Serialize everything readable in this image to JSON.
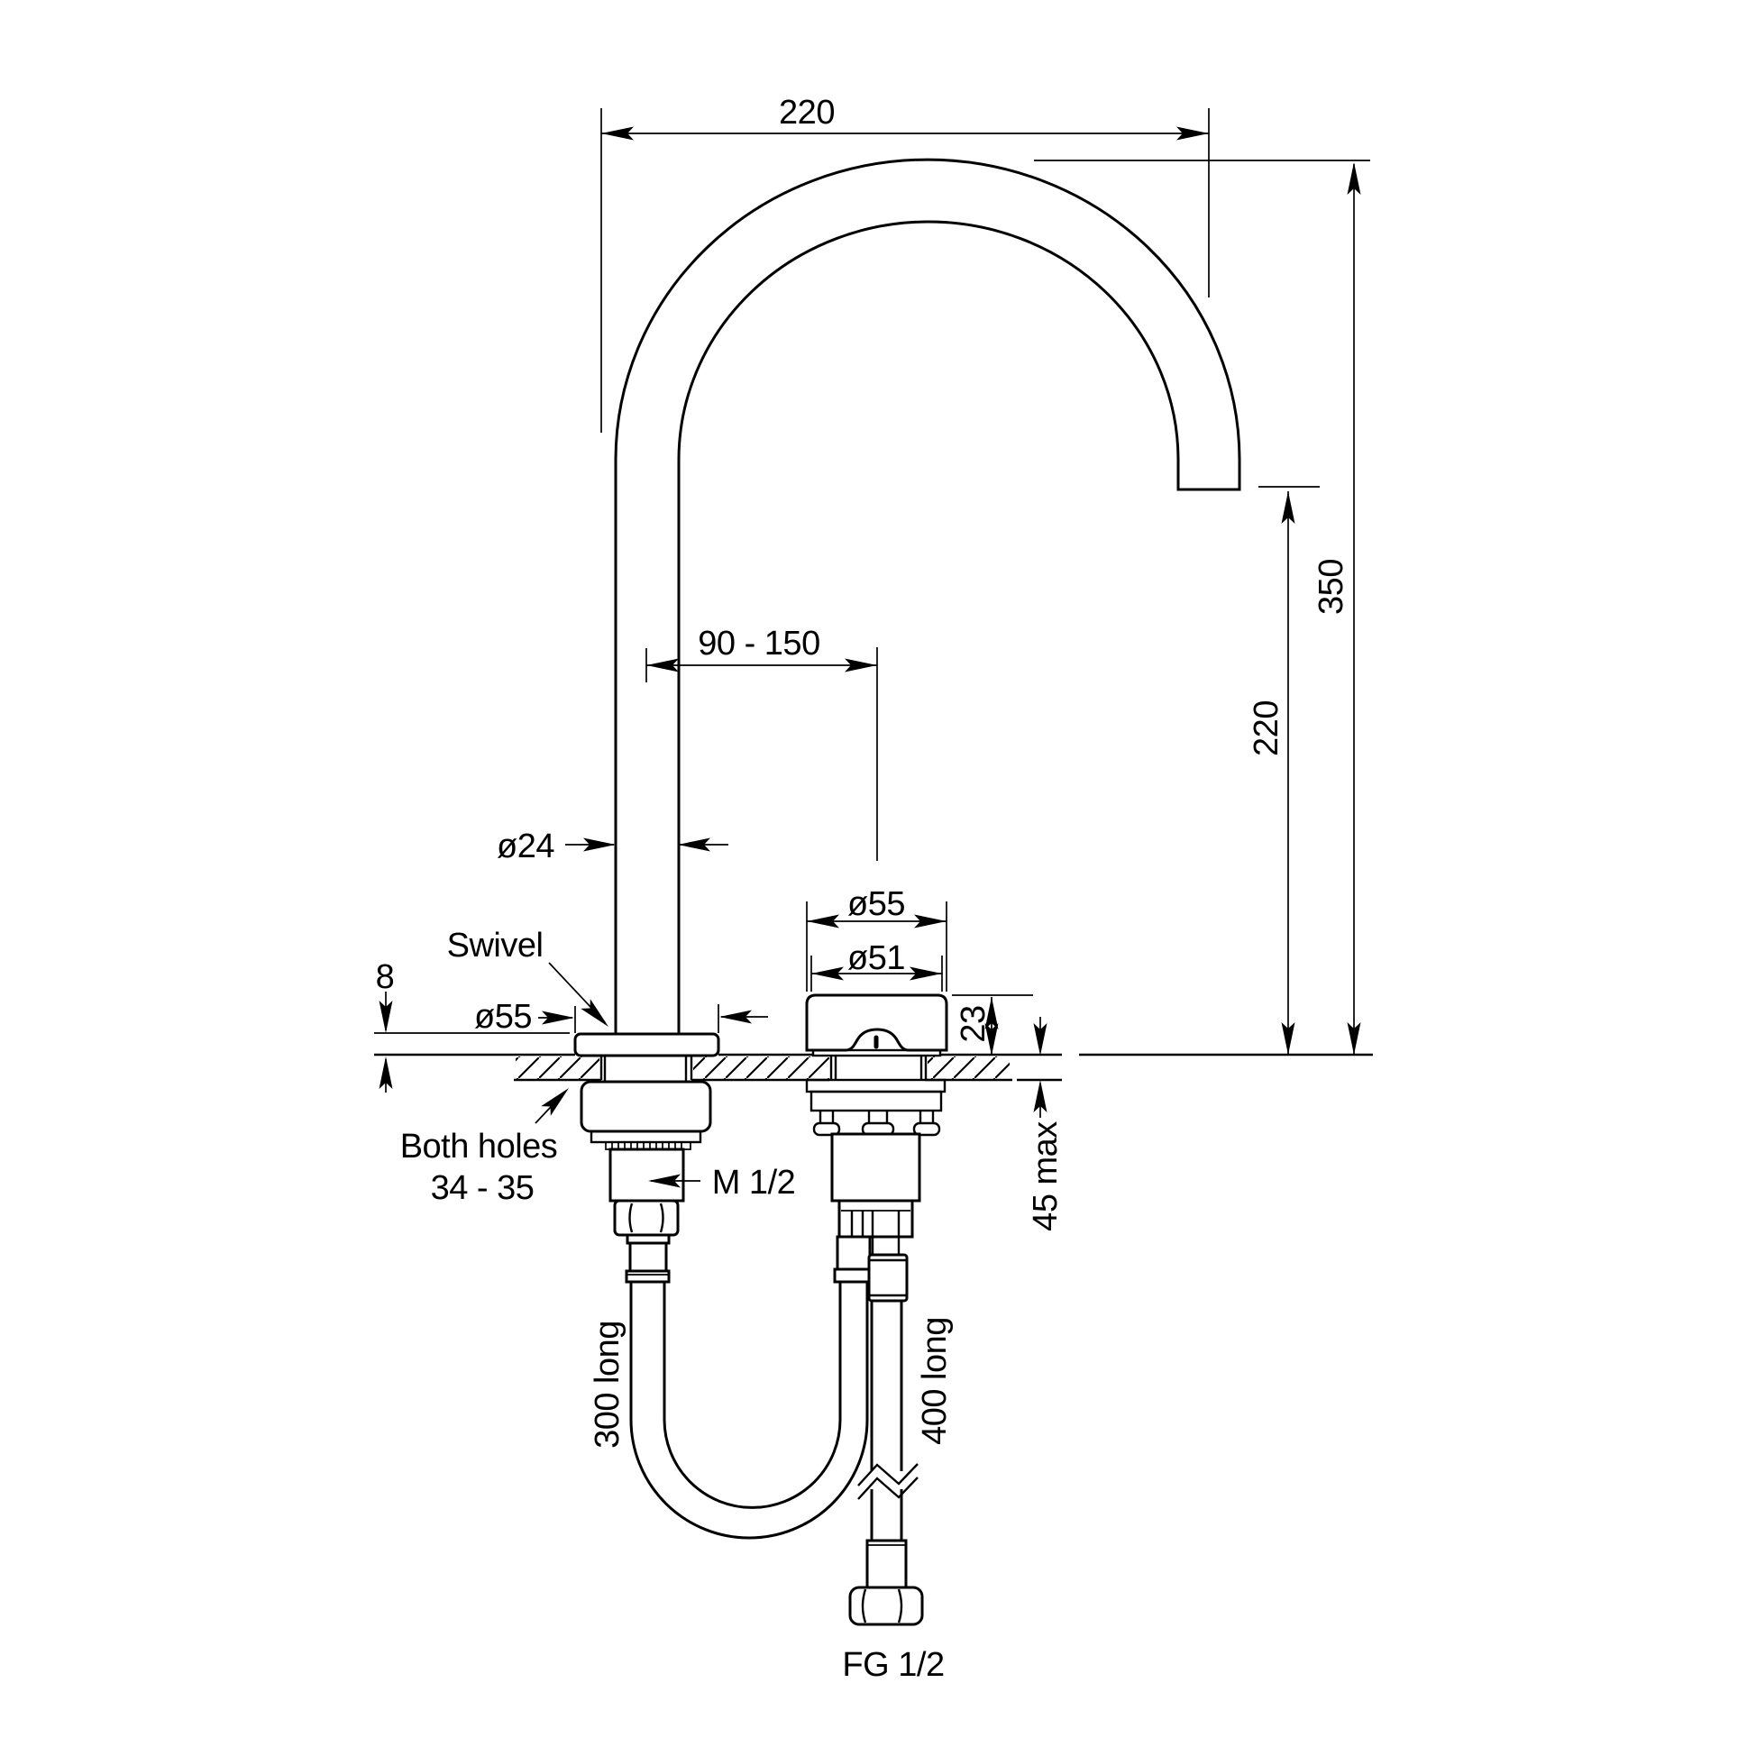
{
  "drawing": {
    "background_color": "#ffffff",
    "line_color": "#000000",
    "labels": {
      "top_width": "220",
      "overall_height": "350",
      "spout_height": "220",
      "reach_range": "90 - 150",
      "spout_diameter": "ø24",
      "swivel": "Swivel",
      "base_diameter": "ø55",
      "flange_height": "8",
      "both_holes_line1": "Both holes",
      "both_holes_line2": "34 - 35",
      "handle_outer_diameter": "ø55",
      "handle_inner_diameter": "ø51",
      "handle_height": "23",
      "inlet_thread": "M 1/2",
      "deck_thickness_max": "45 max",
      "left_hose_length": "300 long",
      "right_hose_length": "400 long",
      "outlet_fitting_thread": "FG 1/2"
    }
  }
}
